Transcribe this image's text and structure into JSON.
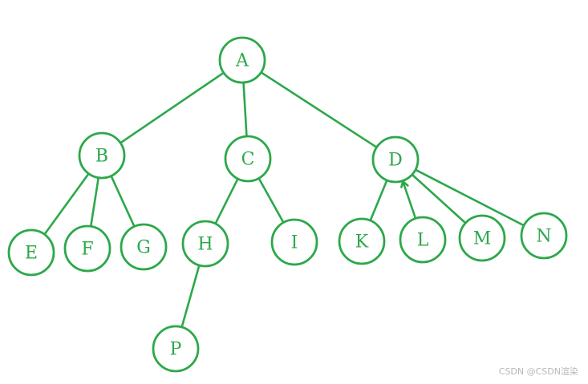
{
  "diagram": {
    "type": "tree",
    "colors": {
      "stroke": "#2ca84a",
      "label": "#2ca84a",
      "background": "#ffffff"
    },
    "nodes": [
      {
        "id": "A",
        "label": "A"
      },
      {
        "id": "B",
        "label": "B"
      },
      {
        "id": "C",
        "label": "C"
      },
      {
        "id": "D",
        "label": "D"
      },
      {
        "id": "E",
        "label": "E"
      },
      {
        "id": "F",
        "label": "F"
      },
      {
        "id": "G",
        "label": "G"
      },
      {
        "id": "H",
        "label": "H"
      },
      {
        "id": "I",
        "label": "I"
      },
      {
        "id": "K",
        "label": "K"
      },
      {
        "id": "L",
        "label": "L"
      },
      {
        "id": "M",
        "label": "M"
      },
      {
        "id": "N",
        "label": "N"
      },
      {
        "id": "P",
        "label": "P"
      }
    ],
    "edges": [
      {
        "from": "A",
        "to": "B"
      },
      {
        "from": "A",
        "to": "C"
      },
      {
        "from": "A",
        "to": "D"
      },
      {
        "from": "B",
        "to": "E"
      },
      {
        "from": "B",
        "to": "F"
      },
      {
        "from": "B",
        "to": "G"
      },
      {
        "from": "C",
        "to": "H"
      },
      {
        "from": "C",
        "to": "I"
      },
      {
        "from": "H",
        "to": "P"
      },
      {
        "from": "D",
        "to": "K"
      },
      {
        "from": "D",
        "to": "L"
      },
      {
        "from": "D",
        "to": "M"
      },
      {
        "from": "D",
        "to": "N"
      }
    ]
  },
  "watermark": {
    "text": "CSDN @CSDN渲染"
  }
}
